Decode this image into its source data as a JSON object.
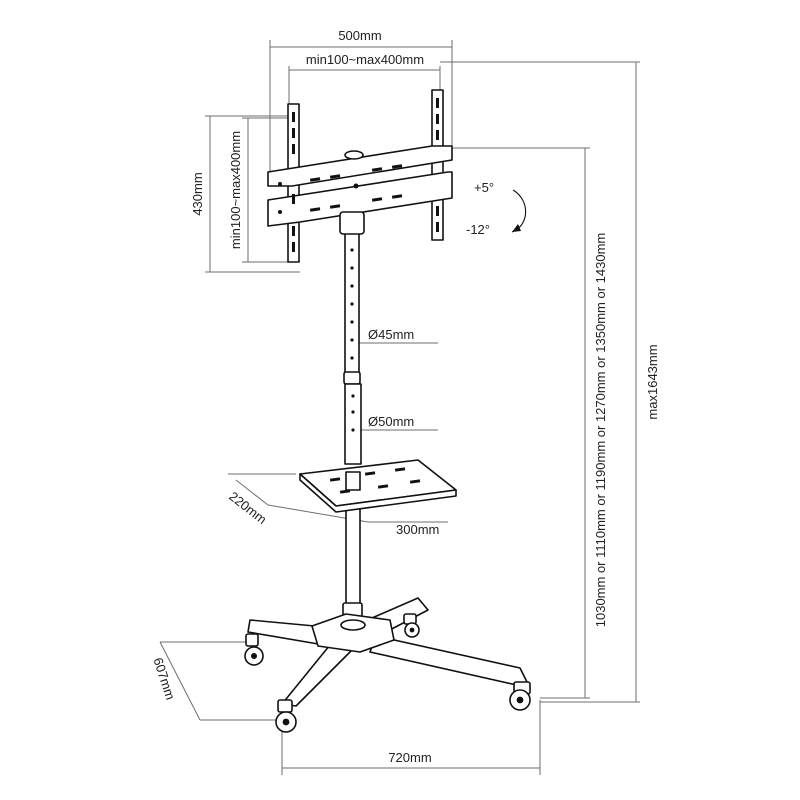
{
  "diagram": {
    "labels": {
      "mount_width": "500mm",
      "vesa_horizontal": "min100~max400mm",
      "mount_height": "430mm",
      "vesa_vertical": "min100~max400mm",
      "tilt_up": "+5°",
      "tilt_down": "-12°",
      "pole_upper_diameter": "Ø45mm",
      "pole_lower_diameter": "Ø50mm",
      "shelf_depth": "220mm",
      "shelf_width": "300mm",
      "base_depth": "607mm",
      "base_width": "720mm",
      "height_options": "1030mm or 1110mm or 1190mm or 1270mm or 1350mm or 1430mm",
      "max_height": "max1643mm"
    }
  }
}
